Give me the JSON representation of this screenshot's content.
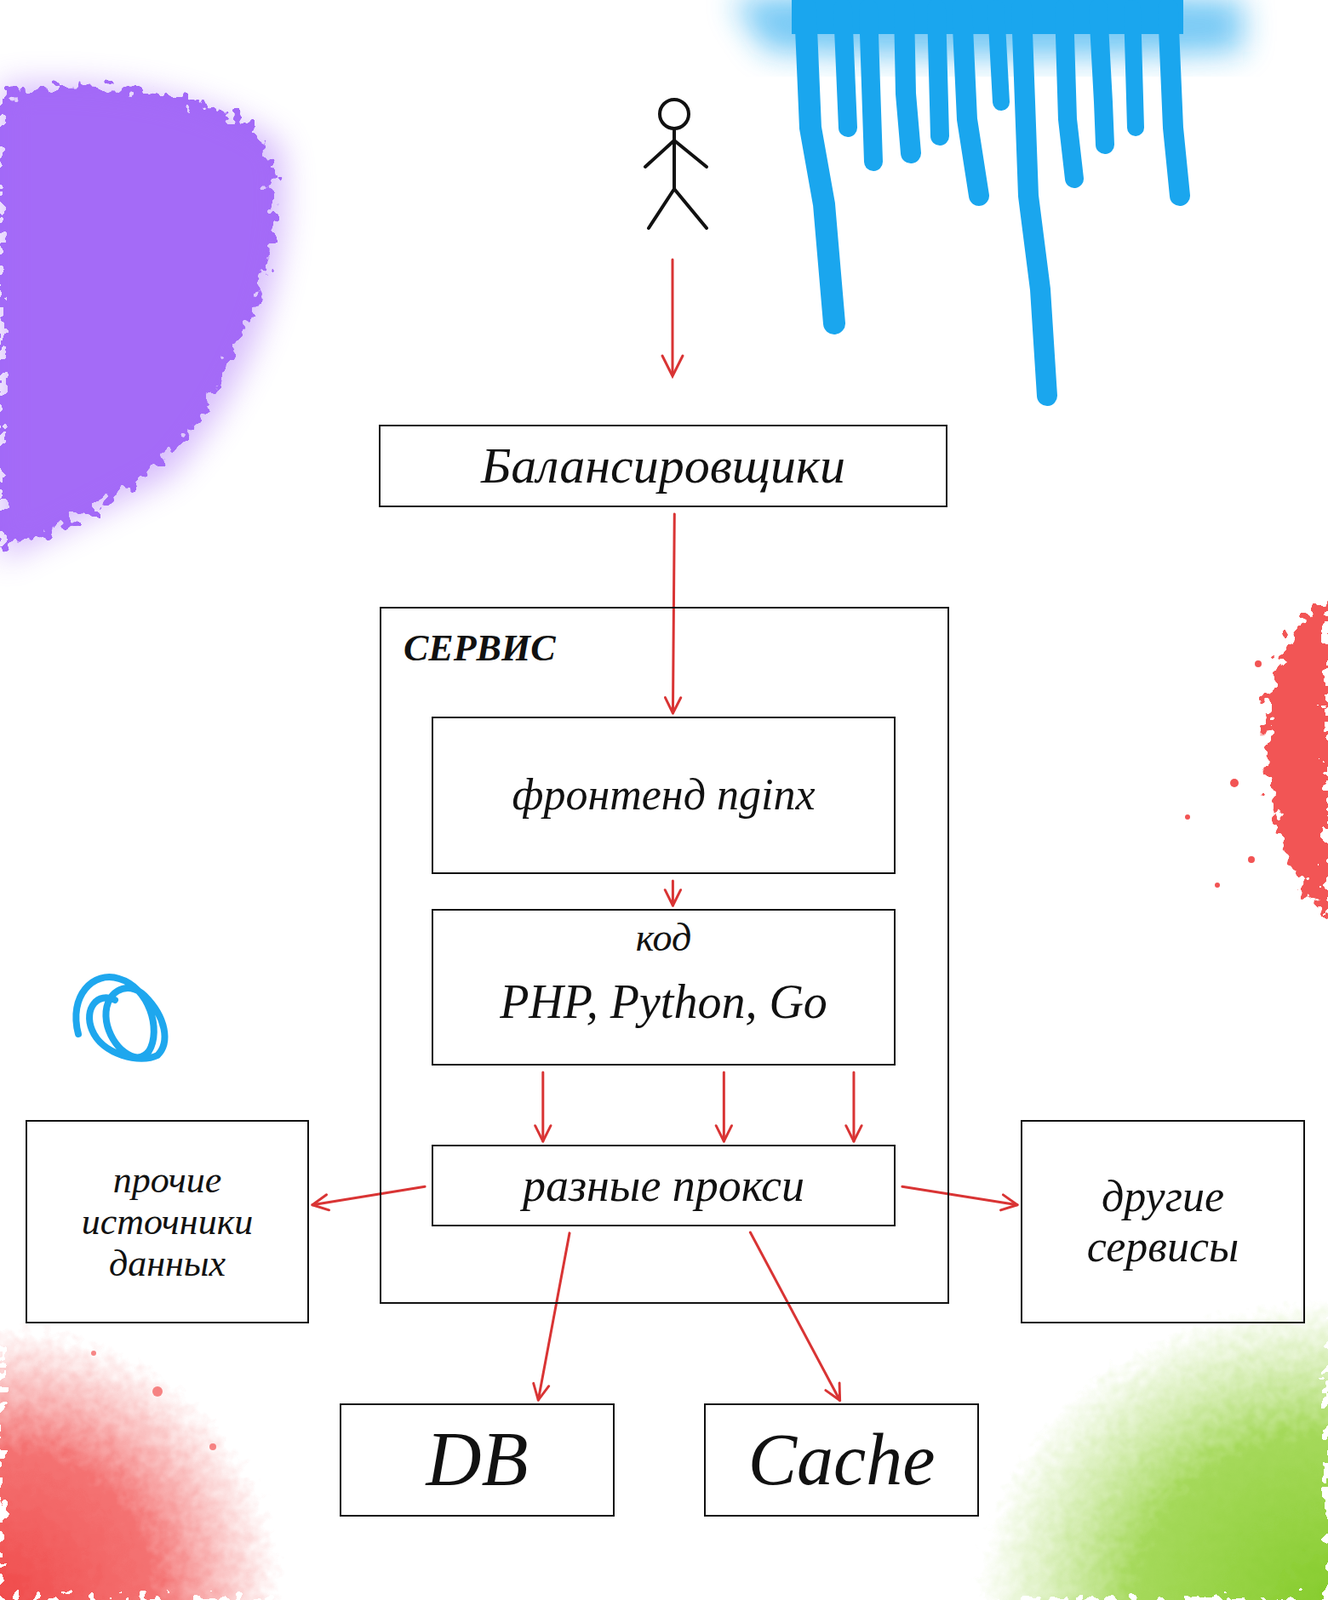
{
  "diagram": {
    "nodes": [
      {
        "text": [
          "Балансировщики"
        ]
      },
      {
        "text": [
          "СЕРВИС"
        ]
      },
      {
        "text": [
          "фронтенд nginx"
        ],
        "in": 1
      },
      {
        "text": [
          "код",
          "PHP, Python, Go"
        ],
        "in": 1
      },
      {
        "text": [
          "разные прокси"
        ],
        "in": 1
      },
      {
        "text": [
          "прочие источники данных"
        ]
      },
      {
        "text": [
          "другие сервисы"
        ]
      },
      {
        "text": [
          "DB"
        ]
      },
      {
        "text": [
          "Cache"
        ]
      }
    ],
    "edges": [
      {
        "from": 0,
        "to": 2,
        "arrow": "to"
      },
      {
        "from": 2,
        "to": 3,
        "arrow": "to"
      },
      {
        "from": 3,
        "to": 4,
        "arrow": "to"
      },
      {
        "from": 3,
        "to": 4,
        "arrow": "to"
      },
      {
        "from": 3,
        "to": 4,
        "arrow": "to"
      },
      {
        "from": 4,
        "to": 5,
        "arrow": "to"
      },
      {
        "from": 4,
        "to": 6,
        "arrow": "to"
      },
      {
        "from": 4,
        "to": 7,
        "arrow": "to"
      },
      {
        "from": 4,
        "to": 8,
        "arrow": "to"
      }
    ]
  }
}
